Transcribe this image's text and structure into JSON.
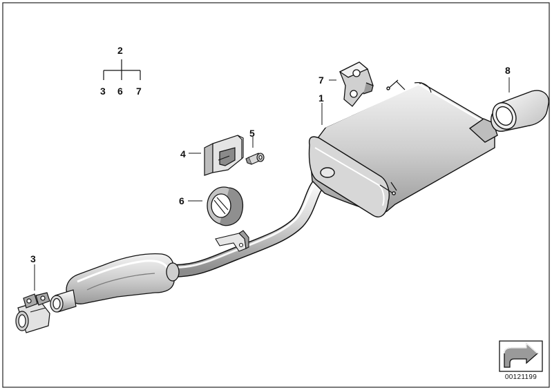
{
  "callouts": {
    "c2": "2",
    "c3_top": "3",
    "c6_top": "6",
    "c7_top": "7",
    "c7": "7",
    "c1": "1",
    "c8": "8",
    "c4": "4",
    "c5": "5",
    "c6": "6",
    "c3": "3"
  },
  "document_id": "00121199",
  "colors": {
    "line": "#111111",
    "fill": "#ffffff",
    "shade": "#bdbdbd",
    "dark_shade": "#8a8a8a"
  }
}
